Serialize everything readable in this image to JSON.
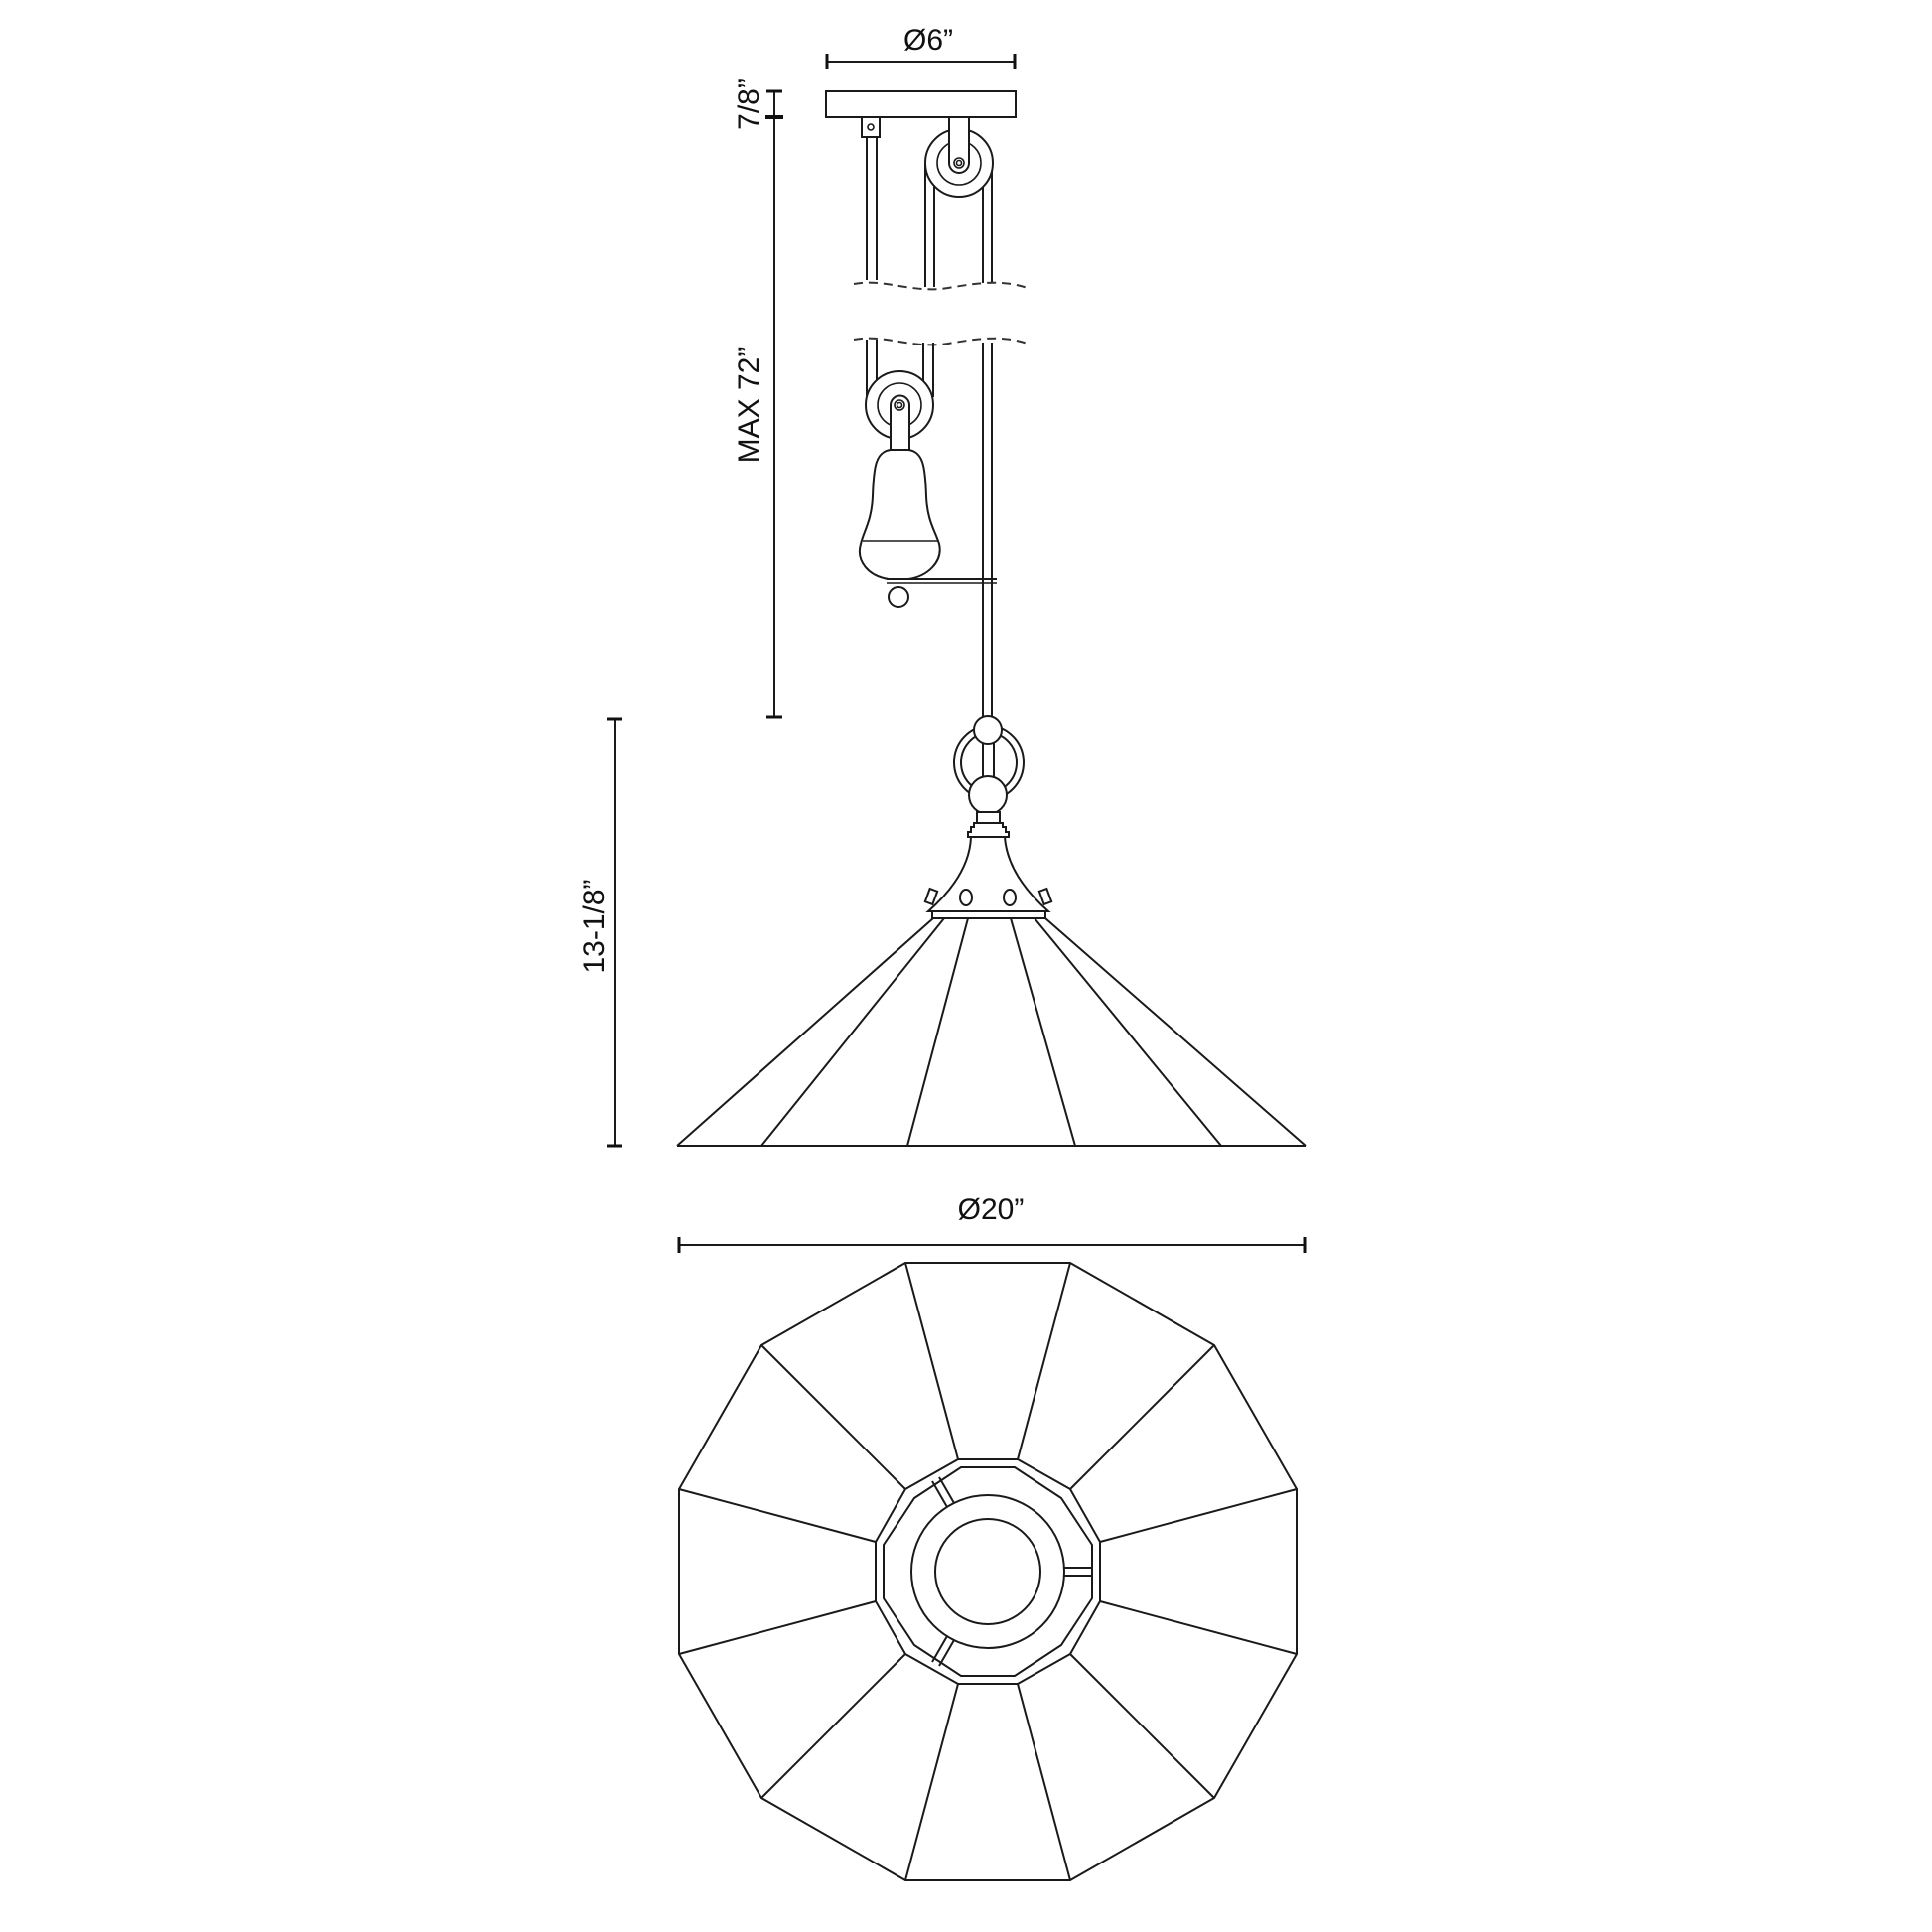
{
  "drawing": {
    "title": "Pulley pendant lamp dimension drawing",
    "background": "#ffffff",
    "line_color": "#1a1a1a"
  },
  "dimensions": {
    "canopy_diameter": "Ø6”",
    "canopy_height": "7/8”",
    "max_length": "MAX 72”",
    "shade_height": "13-1/8”",
    "shade_diameter": "Ø20”"
  },
  "views": {
    "side_view": {
      "components": [
        "canopy",
        "fixed-pulley",
        "cable-anchor",
        "break-lines",
        "moving-pulley",
        "counterweight",
        "weight-finial",
        "cross-bar",
        "rod",
        "ring-loop",
        "upper-ball",
        "lower-ball",
        "fitter-neck",
        "fitter-bell",
        "set-screws",
        "shade"
      ]
    },
    "bottom_view": {
      "shape": "dodecagon",
      "panels": 12,
      "components": [
        "outer-rim",
        "panel-seams",
        "inner-collar",
        "socket-ring",
        "socket-cup",
        "collar-struts"
      ]
    }
  }
}
